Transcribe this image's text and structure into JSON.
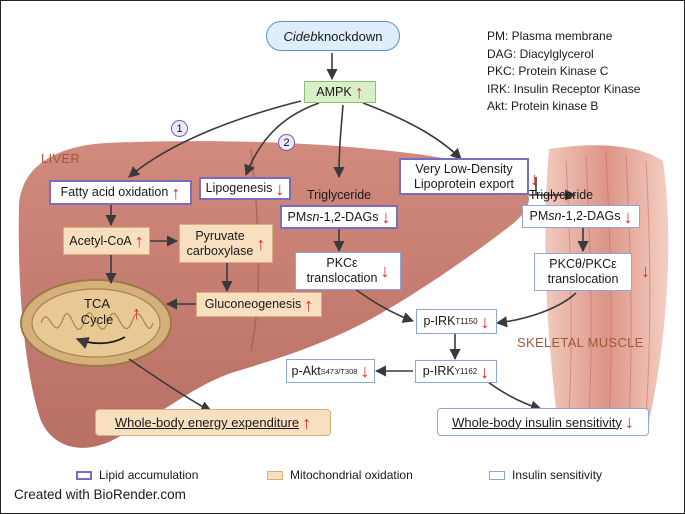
{
  "title_pill": {
    "italic": "Cideb",
    "rest": " knockdown"
  },
  "nodes": {
    "ampk": "AMPK",
    "fatty_acid_oxidation": "Fatty acid oxidation",
    "lipogenesis": "Lipogenesis",
    "vldl_line1": "Very Low-Density",
    "vldl_line2": "Lipoprotein export",
    "triglyceride_liver": "Triglyceride",
    "triglyceride_muscle": "Triglyceride",
    "pm_dags_liver": {
      "pre": "PM ",
      "italic": "sn",
      "post": "-1,2-DAGs"
    },
    "pm_dags_muscle": {
      "pre": "PM ",
      "italic": "sn",
      "post": "-1,2-DAGs"
    },
    "acetyl_coa": "Acetyl-CoA",
    "pyruvate_line1": "Pyruvate",
    "pyruvate_line2": "carboxylase",
    "pkce_line1": "PKCε",
    "pkce_line2": "translocation",
    "pkc_muscle_line1": "PKCθ/PKCε",
    "pkc_muscle_line2": "translocation",
    "tca_line1": "TCA",
    "tca_line2": "Cycle",
    "gluconeogenesis": "Gluconeogenesis",
    "p_irk_t": {
      "base": "p-IRK",
      "sup": "T1150"
    },
    "p_irk_y": {
      "base": "p-IRK",
      "sup": "Y1162"
    },
    "p_akt": {
      "base": "p-Akt",
      "sup": "S473/T308"
    },
    "energy_expenditure": "Whole-body energy expenditure",
    "insulin_sensitivity": "Whole-body insulin sensitivity"
  },
  "arrows": {
    "up": "↑",
    "down": "↓"
  },
  "pathway_markers": [
    "1",
    "2"
  ],
  "regions": {
    "liver": "LIVER",
    "muscle": "SKELETAL MUSCLE"
  },
  "abbreviations": [
    "PM: Plasma membrane",
    "DAG: Diacylglycerol",
    "PKC: Protein Kinase C",
    "IRK: Insulin Receptor Kinase",
    "Akt: Protein kinase B"
  ],
  "legend": [
    {
      "label": "Lipid accumulation",
      "color": "#7a6cc0"
    },
    {
      "label": "Mitochondrial oxidation",
      "color": "#d9ae7e"
    },
    {
      "label": "Insulin sensitivity",
      "color": "#8fa7d8"
    }
  ],
  "credit": "Created with BioRender.com",
  "colors": {
    "liver": "#c4766a",
    "muscle": "#e6aa9c",
    "lipid_border": "#7a6cc0",
    "mito_fill": "#f8dfbf",
    "insulin_border": "#8fa7d8",
    "ampk_fill": "#d9efc8",
    "pill_fill": "#deeefb",
    "arrow_red": "#e0261f"
  }
}
